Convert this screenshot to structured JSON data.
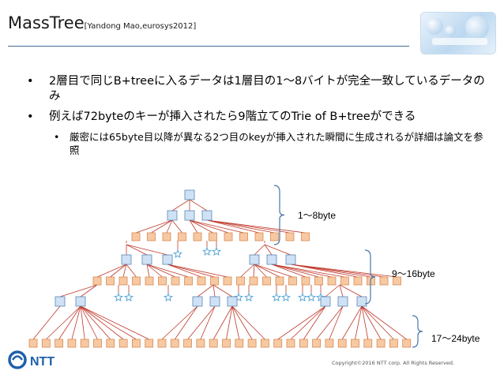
{
  "header": {
    "title": "MassTree",
    "subtitle": "[Yandong Mao,eurosys2012]"
  },
  "bullets": [
    {
      "level": 1,
      "marker": "•",
      "text": "2層目で同じB+treeに入るデータは1層目の1〜8バイトが完全一致しているデータのみ"
    },
    {
      "level": 1,
      "marker": "•",
      "text": "例えば72byteのキーが挿入されたら9階立てのTrie of B+treeができる"
    },
    {
      "level": 2,
      "marker": "•",
      "text": "厳密には65byte目以降が異なる2つ目のkeyが挿入された瞬間に生成されるが詳細は論文を参照"
    }
  ],
  "diagram": {
    "layer_labels": [
      "1〜8byte",
      "9〜16byte",
      "17〜24byte"
    ],
    "colors": {
      "root_fill": "#cfe2f5",
      "root_stroke": "#5b86b6",
      "leaf_fill": "#f7c9a3",
      "leaf_stroke": "#d88a52",
      "star": "#5aa7d6",
      "edge": "#c0392b",
      "brace": "#4a76a8"
    }
  },
  "logo": {
    "text": "NTT"
  },
  "footer": {
    "copyright": "Copyright©2016  NTT corp. All Rights Reserved."
  }
}
